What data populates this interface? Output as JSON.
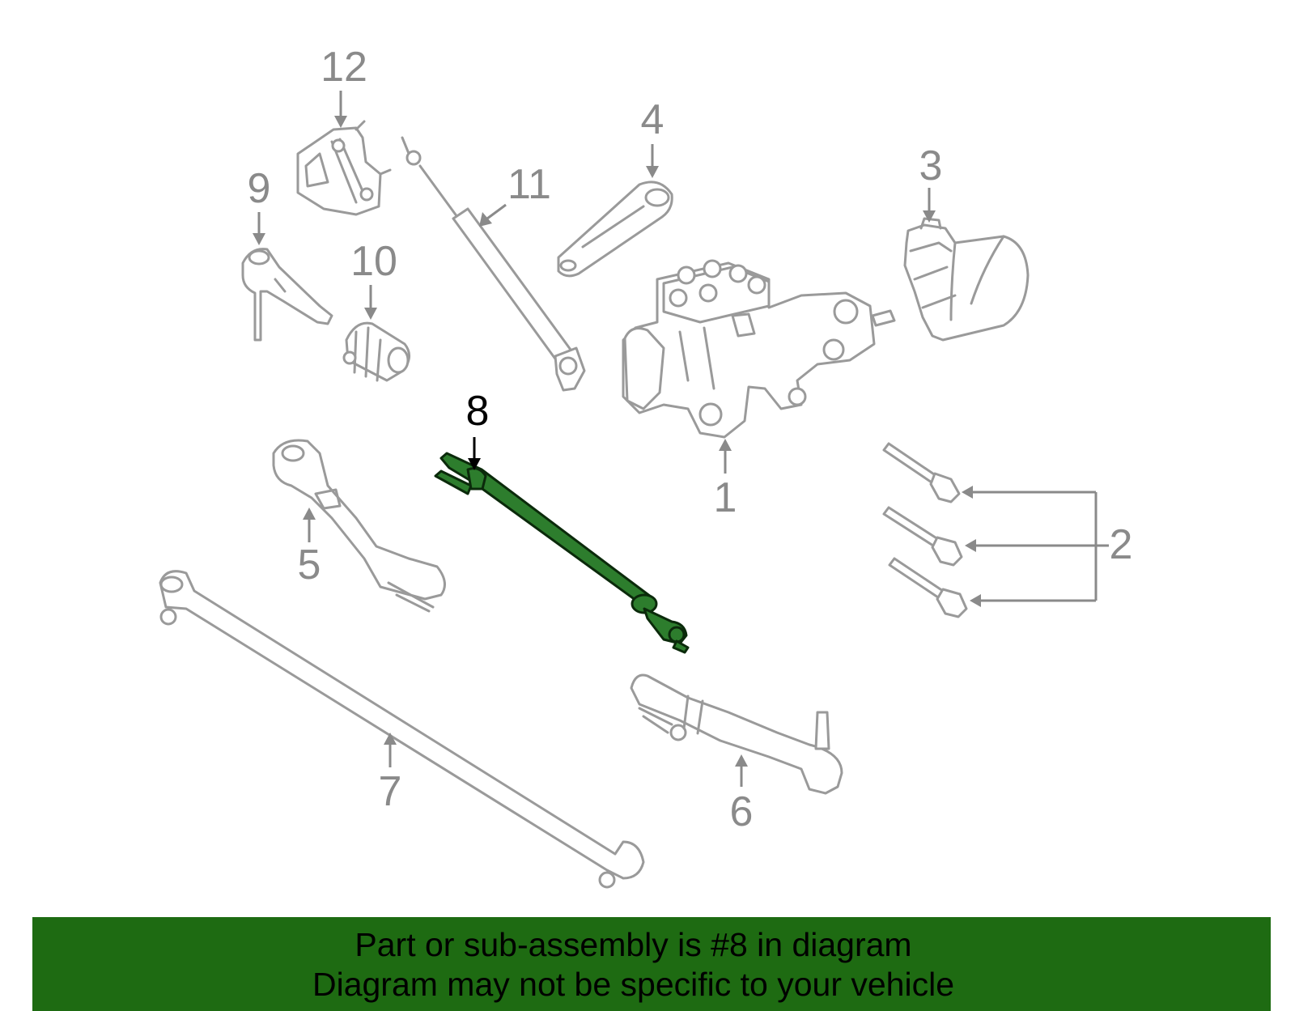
{
  "callouts": {
    "c1": "1",
    "c2": "2",
    "c3": "3",
    "c4": "4",
    "c5": "5",
    "c6": "6",
    "c7": "7",
    "c8": "8",
    "c9": "9",
    "c10": "10",
    "c11": "11",
    "c12": "12"
  },
  "highlighted_part": "8",
  "colors": {
    "highlight_fill": "#2d7d2d",
    "banner_background": "#1e6b12",
    "part_outline": "#9a9a9a"
  },
  "banner": {
    "line1": "Part or sub-assembly is #8 in diagram",
    "line2": "Diagram may not be specific to your vehicle"
  }
}
